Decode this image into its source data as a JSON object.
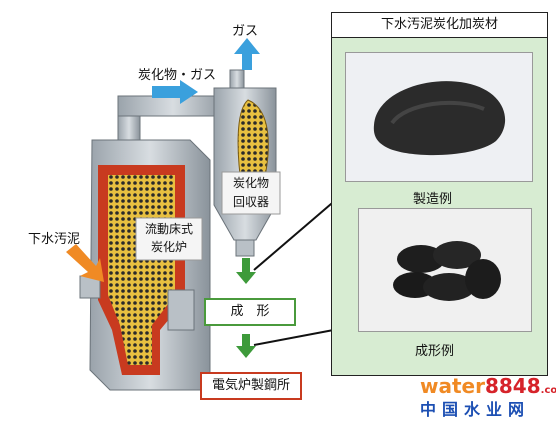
{
  "labels": {
    "gas_top": "ガス",
    "char_gas": "炭化物・ガス",
    "sludge_in": "下水汚泥",
    "furnace": [
      "流動床式",
      "炭化炉"
    ],
    "collector": [
      "炭化物",
      "回収器"
    ],
    "forming": "成　形",
    "steelworks": "電気炉製鋼所"
  },
  "panel": {
    "title": "下水汚泥炭化加炭材",
    "photo1_caption": "製造例",
    "photo2_caption": "成形例"
  },
  "watermark": {
    "brand": "water",
    "digits": "8848",
    "suffix": ".com",
    "cn": "中国水业网"
  },
  "colors": {
    "arrow_blue": "#3aa0dd",
    "arrow_orange": "#f08a24",
    "arrow_green": "#3d9a3a",
    "furnace_red": "#c83a1f",
    "panel_green": "#d7ecd2"
  }
}
